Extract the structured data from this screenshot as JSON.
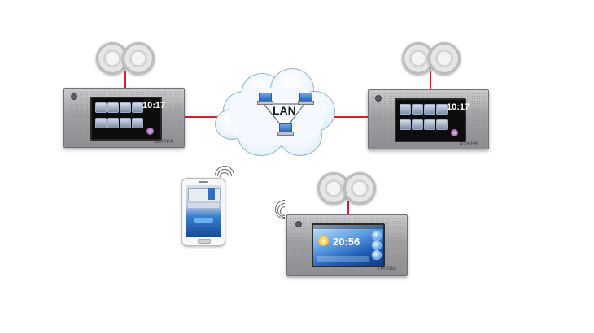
{
  "diagram": {
    "network_label": "LAN",
    "colors": {
      "link": "#d81f2a",
      "cloud_outline": "#8fb4d6",
      "panel": "#9ea0a3",
      "screen_accent": "#1e5fb6"
    }
  },
  "left_panel": {
    "clock_time": "10:17",
    "brand": "DSPPA"
  },
  "right_panel": {
    "clock_time": "10:17",
    "brand": "DSPPA"
  },
  "bottom_panel": {
    "clock_time": "20:56",
    "brand": "DSPPA"
  },
  "icons": [
    "speaker-icon",
    "computer-icon",
    "cloud-icon",
    "wifi-icon",
    "phone-icon"
  ]
}
